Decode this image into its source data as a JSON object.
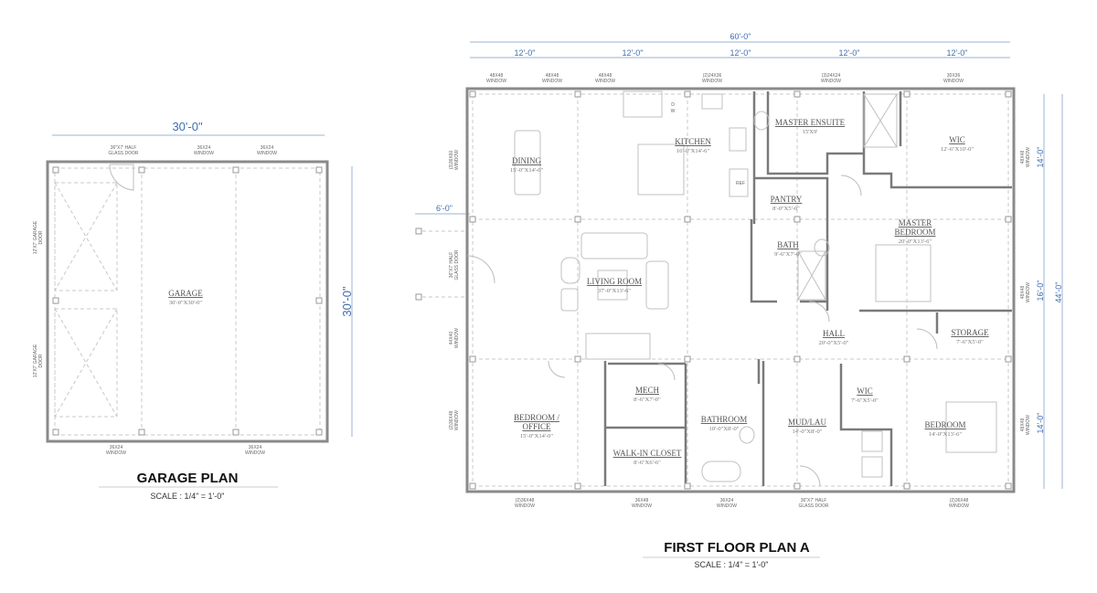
{
  "garage_plan": {
    "title": "GARAGE PLAN",
    "scale": "SCALE :  1/4\" = 1'-0\"",
    "dim_width": "30'-0\"",
    "dim_depth": "30'-0\"",
    "room": {
      "name": "GARAGE",
      "size": "30'-0\"X30'-0\""
    },
    "notes": {
      "door_top_1": "36\"X7' HALF",
      "door_top_2": "GLASS DOOR",
      "win_top_a_1": "36X24",
      "win_top_a_2": "WINDOW",
      "win_top_b_1": "36X24",
      "win_top_b_2": "WINDOW",
      "garage_door_a_1": "12'X7' GARAGE",
      "garage_door_a_2": "DOOR",
      "garage_door_b_1": "12'X7' GARAGE",
      "garage_door_b_2": "DOOR",
      "win_bot_a_1": "36X24",
      "win_bot_a_2": "WINDOW",
      "win_bot_b_1": "36X24",
      "win_bot_b_2": "WINDOW"
    }
  },
  "first_floor": {
    "title": "FIRST FLOOR PLAN A",
    "scale": "SCALE :  1/4\" = 1'-0\"",
    "dims": {
      "overall_width": "60'-0\"",
      "bays": [
        "12'-0\"",
        "12'-0\"",
        "12'-0\"",
        "12'-0\"",
        "12'-0\""
      ],
      "porch": "6'-0\"",
      "right": [
        "14'-0\"",
        "16'-0\"",
        "14'-0\""
      ],
      "overall_depth": "44'-0\""
    },
    "rooms": {
      "dining": {
        "name": "DINING",
        "size": "15'-0\"X14'-6\""
      },
      "kitchen": {
        "name": "KITCHEN",
        "size": "16'-0\"X14'-6\""
      },
      "master_ensuite": {
        "name": "MASTER ENSUITE",
        "size": "15'X9'"
      },
      "wic_master": {
        "name": "WIC",
        "size": "12'-6\"X10'-0\""
      },
      "pantry": {
        "name": "PANTRY",
        "size": "8'-0\"X5'-0\""
      },
      "master_bedroom": {
        "name1": "MASTER",
        "name2": "BEDROOM",
        "size": "20'-0\"X13'-6\""
      },
      "bath": {
        "name": "BATH",
        "size": "9'-6\"X7'-6\""
      },
      "living_room": {
        "name": "LIVING ROOM",
        "size": "37'-0\"X13'-6\""
      },
      "hall": {
        "name": "HALL",
        "size": "20'-0\"X5'-0\""
      },
      "storage": {
        "name": "STORAGE",
        "size": "7'-6\"X5'-0\""
      },
      "bedroom_office": {
        "name1": "BEDROOM /",
        "name2": "OFFICE",
        "size": "15'-0\"X14'-0\""
      },
      "mech": {
        "name": "MECH",
        "size": "8'-6\"X7'-0\""
      },
      "walk_in_closet": {
        "name": "WALK-IN CLOSET",
        "size": "8'-6\"X6'-6\""
      },
      "bathroom": {
        "name": "BATHROOM",
        "size": "10'-0\"X8'-0\""
      },
      "mudlau": {
        "name": "MUD/LAU",
        "size": "14'-0\"X8'-0\""
      },
      "wic_small": {
        "name": "WIC",
        "size": "7'-6\"X5'-0\""
      },
      "bedroom": {
        "name": "BEDROOM",
        "size": "14'-0\"X13'-6\""
      }
    },
    "fixtures": {
      "dw": "D",
      "dw2": "W",
      "ref": "REF"
    },
    "notes": {
      "top": [
        {
          "l1": "48X48",
          "l2": "WINDOW"
        },
        {
          "l1": "48X48",
          "l2": "WINDOW"
        },
        {
          "l1": "48X48",
          "l2": "WINDOW"
        },
        {
          "l1": "(2)24X36",
          "l2": "WINDOW"
        },
        {
          "l1": "(3)24X24",
          "l2": "WINDOW"
        },
        {
          "l1": "30X36",
          "l2": "WINDOW"
        }
      ],
      "bottom": [
        {
          "l1": "(2)36X48",
          "l2": "WINDOW"
        },
        {
          "l1": "36X48",
          "l2": "WINDOW"
        },
        {
          "l1": "36X24",
          "l2": "WINDOW"
        },
        {
          "l1": "36\"X7' HALF",
          "l2": "GLASS DOOR"
        },
        {
          "l1": "(2)36X48",
          "l2": "WINDOW"
        }
      ],
      "left": [
        {
          "l1": "(3)36X60",
          "l2": "WINDOW"
        },
        {
          "l1": "36\"X7' HALF",
          "l2": "GLASS DOOR"
        },
        {
          "l1": "44X40",
          "l2": "WINDOW"
        },
        {
          "l1": "(2)36X48",
          "l2": "WINDOW"
        }
      ],
      "right": [
        {
          "l1": "48X48",
          "l2": "WINDOW"
        },
        {
          "l1": "48X48",
          "l2": "WINDOW"
        },
        {
          "l1": "48X48",
          "l2": "WINDOW"
        }
      ]
    }
  }
}
